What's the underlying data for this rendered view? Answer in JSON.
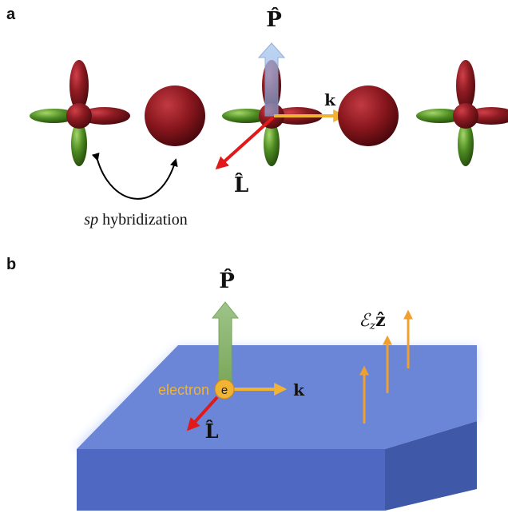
{
  "panel_a": {
    "label": "a",
    "p_label": "P̂",
    "k_label": "k",
    "l_label": "L̂",
    "hybridization_label_em": "sp",
    "hybridization_label_rest": " hybridization"
  },
  "panel_b": {
    "label": "b",
    "p_label": "P̂",
    "k_label": "k",
    "l_label": "L̂",
    "electron_label": "electron",
    "electron_symbol": "e",
    "field_label_e": "ℰ",
    "field_label_sub": "z",
    "field_label_z": "ẑ"
  },
  "colors": {
    "lobe_red": "#8b1a1f",
    "lobe_green": "#4a8a1e",
    "arrow_orange": "#f2b233",
    "arrow_red": "#e01a1a",
    "slab_top": "#6b86d6",
    "slab_front": "#4f69c2",
    "slab_side": "#3f58a8",
    "p_arrow_a": "#9dbce8",
    "p_arrow_b": "#8fb870",
    "field_arrow": "#f0a030"
  }
}
